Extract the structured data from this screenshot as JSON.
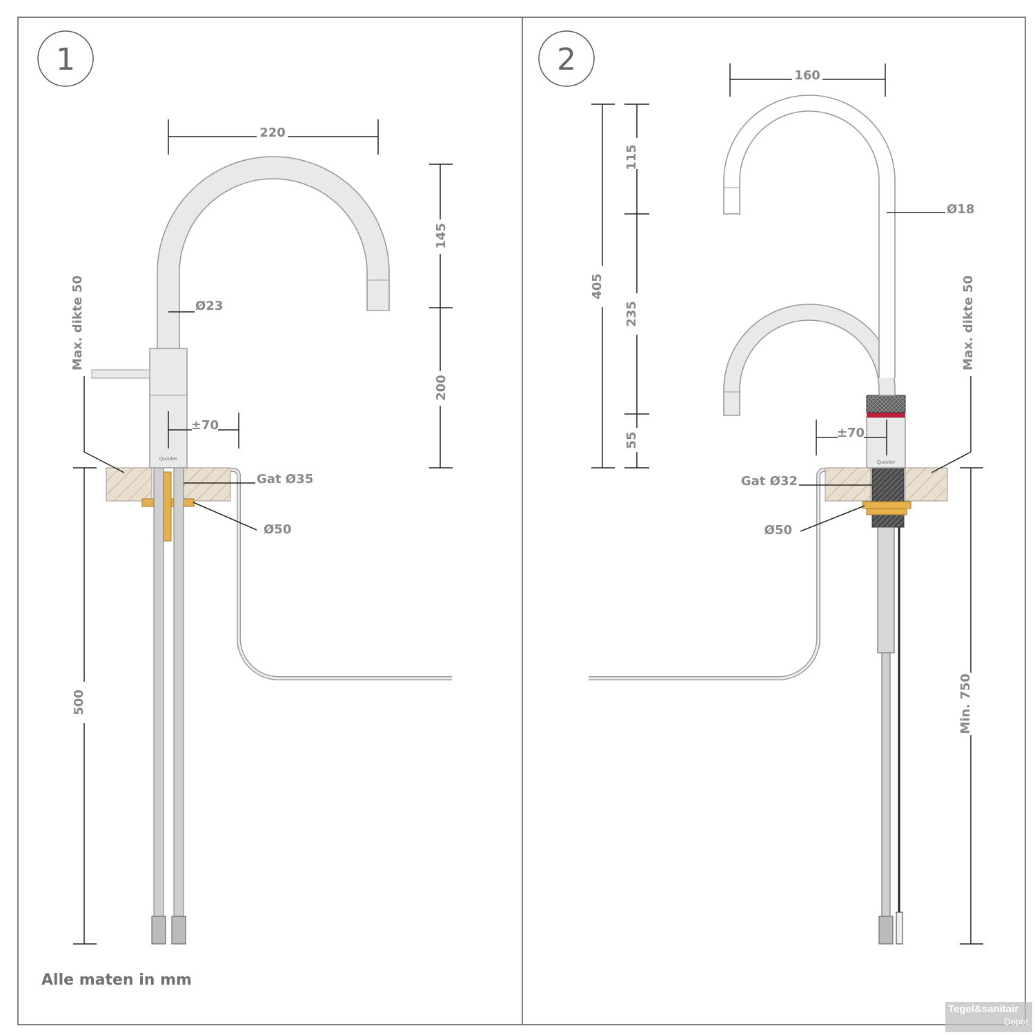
{
  "panels": [
    {
      "number": "1",
      "labels": {
        "spout_width": "220",
        "upper_height": "145",
        "lower_height": "200",
        "diameter_pipe": "Ø23",
        "handle_offset": "±70",
        "max_thickness": "Max. dikte 50",
        "hole": "Gat Ø35",
        "washer": "Ø50",
        "hose_length": "500",
        "brand": "Quooker"
      }
    },
    {
      "number": "2",
      "labels": {
        "spout_width": "160",
        "total_height": "405",
        "upper_height": "115",
        "middle_height": "235",
        "lower_height": "55",
        "diameter_pipe": "Ø18",
        "handle_offset": "±70",
        "max_thickness": "Max. dikte 50",
        "hole": "Gat Ø32",
        "washer": "Ø50",
        "min_length": "Min. 750",
        "brand": "Quooker"
      }
    }
  ],
  "footer": "Alle maten in mm",
  "watermark": {
    "line1": "Tegel&sanitair",
    "line2": "Depot"
  },
  "colors": {
    "pipe": "#e9e9e9",
    "wood": "#eadfcf",
    "brass": "#e8b04a",
    "red_ring": "#c0203a"
  }
}
